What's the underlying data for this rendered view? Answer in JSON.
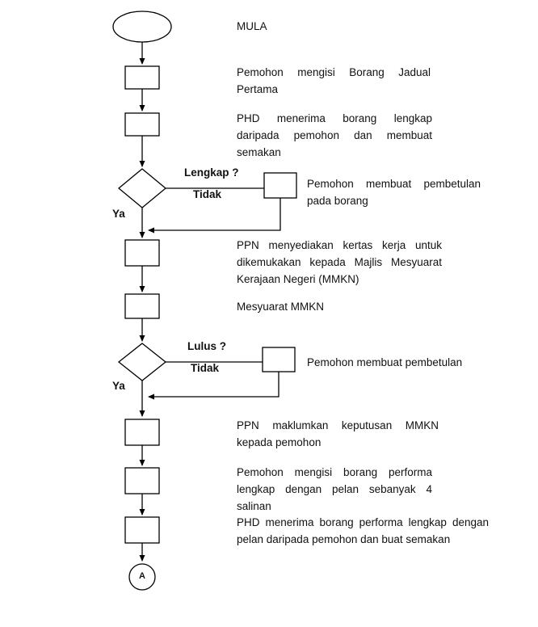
{
  "flowchart": {
    "start_label": "MULA",
    "connector_label": "A",
    "steps": {
      "s1": "Pemohon mengisi Borang Jadual Pertama",
      "s2": "PHD menerima borang lengkap daripada pemohon dan membuat semakan",
      "s3": "PPN menyediakan kertas kerja untuk dikemukakan kepada Majlis Mesyuarat Kerajaan Negeri (MMKN)",
      "s4": "Mesyuarat MMKN",
      "s5": "PPN maklumkan keputusan MMKN kepada pemohon",
      "s6": "Pemohon mengisi borang performa lengkap dengan pelan sebanyak 4 salinan",
      "s7": "PHD menerima borang performa lengkap dengan pelan daripada pemohon dan buat semakan"
    },
    "decision1": {
      "question": "Lengkap ?",
      "no_label": "Tidak",
      "yes_label": "Ya",
      "no_action": "Pemohon membuat pembetulan pada borang"
    },
    "decision2": {
      "question": "Lulus ?",
      "no_label": "Tidak",
      "yes_label": "Ya",
      "no_action": "Pemohon membuat pembetulan"
    },
    "colors": {
      "stroke": "#000000",
      "fill": "#ffffff"
    }
  }
}
